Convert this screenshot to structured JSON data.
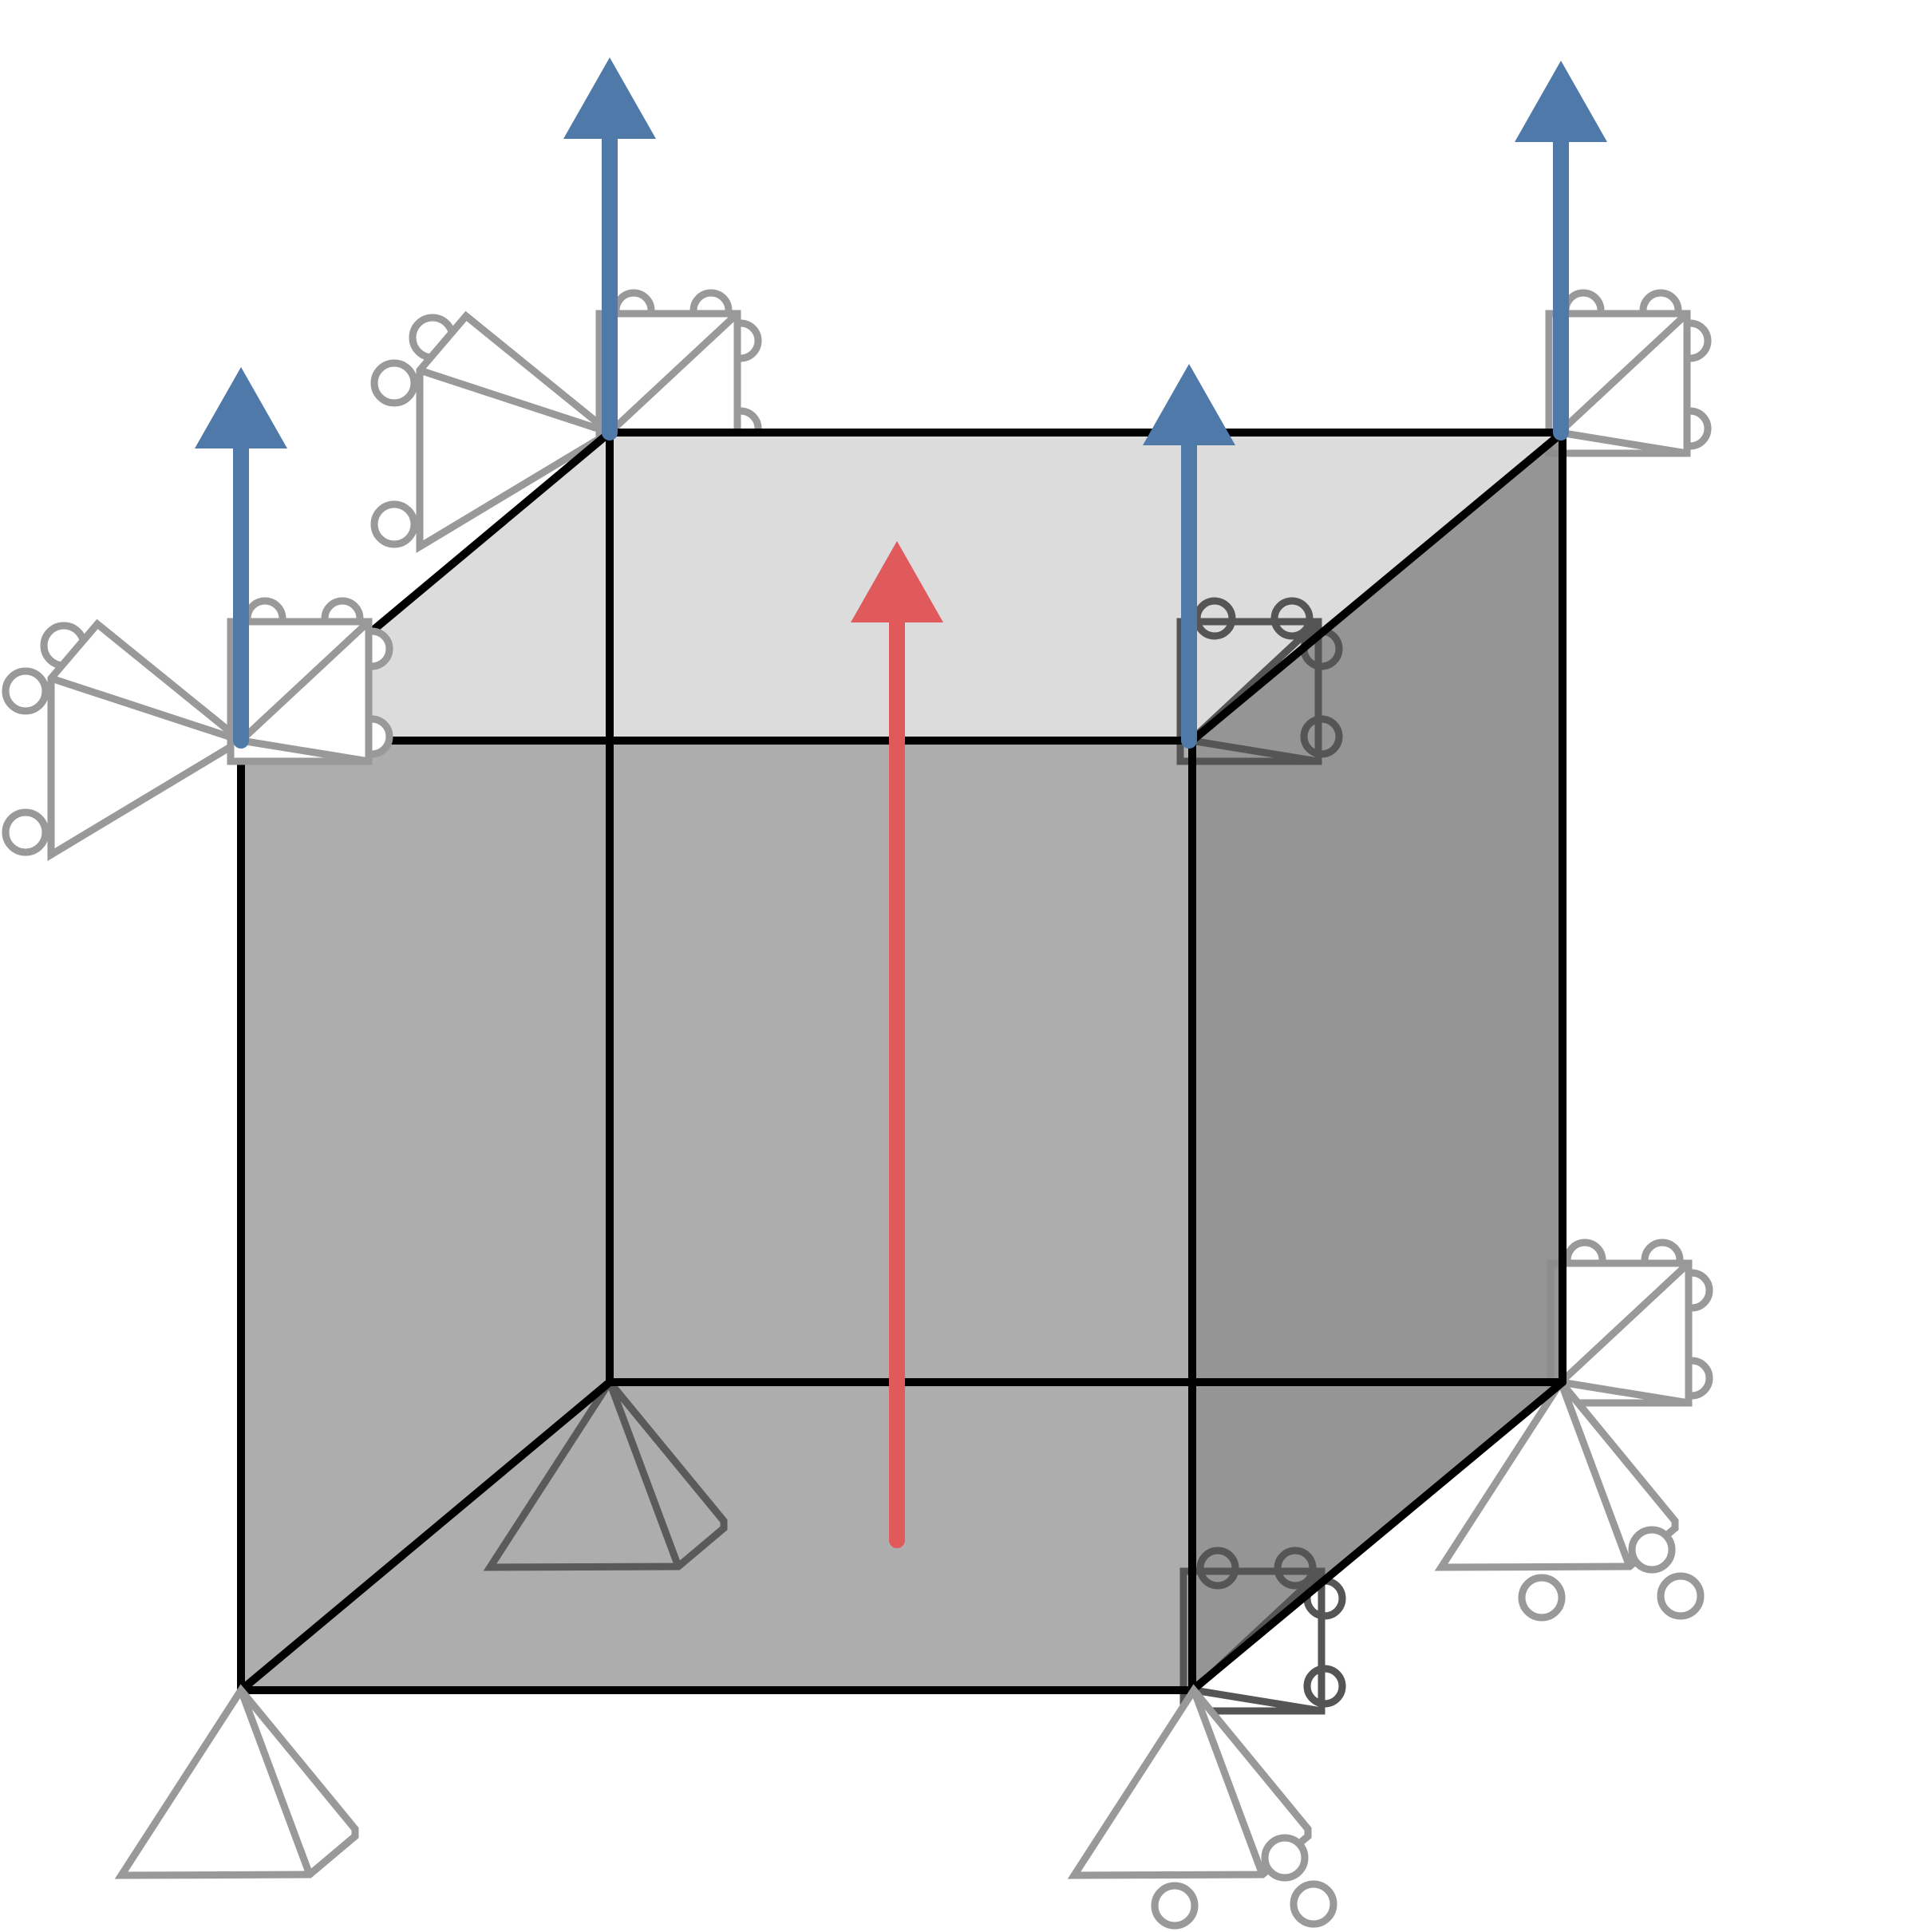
{
  "diagram": {
    "subject": "cube-with-boundary-conditions",
    "colors": {
      "background": "#ffffff",
      "top_face": "#dcdcdc",
      "front_face": "#adadad",
      "back_face": "#adadad",
      "side_face": "#8c8c8c",
      "edges": "#000000",
      "support_symbols": "#999999",
      "support_symbols_occluded": "#555555",
      "applied_displacement_arrows": "#4f79a8",
      "resultant_force_arrow": "#e05a5c"
    },
    "node_supports": [
      {
        "node": "top-front-left",
        "type": "roller-x-z"
      },
      {
        "node": "top-back-left",
        "type": "roller-x-z"
      },
      {
        "node": "top-front-right",
        "type": "roller-z"
      },
      {
        "node": "top-back-right",
        "type": "roller-z"
      },
      {
        "node": "bottom-front-left",
        "type": "pin"
      },
      {
        "node": "bottom-back-left",
        "type": "pin"
      },
      {
        "node": "bottom-front-right",
        "type": "roller-y-z"
      },
      {
        "node": "bottom-back-right",
        "type": "roller-y-z"
      }
    ],
    "arrows": {
      "displacement_count": 4,
      "displacement_direction": "up",
      "resultant_direction": "up"
    }
  }
}
